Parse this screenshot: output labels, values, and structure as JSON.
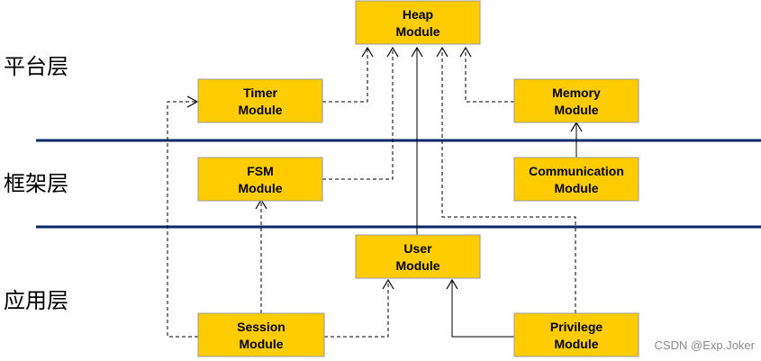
{
  "colors": {
    "module_fill": "#FFCC00",
    "divider": "#0B2A6B",
    "line": "#000000"
  },
  "layers": {
    "platform": "平台层",
    "framework": "框架层",
    "application": "应用层"
  },
  "modules": {
    "heap": {
      "line1": "Heap",
      "line2": "Module"
    },
    "timer": {
      "line1": "Timer",
      "line2": "Module"
    },
    "memory": {
      "line1": "Memory",
      "line2": "Module"
    },
    "fsm": {
      "line1": "FSM",
      "line2": "Module"
    },
    "communication": {
      "line1": "Communication",
      "line2": "Module"
    },
    "user": {
      "line1": "User",
      "line2": "Module"
    },
    "session": {
      "line1": "Session",
      "line2": "Module"
    },
    "privilege": {
      "line1": "Privilege",
      "line2": "Module"
    }
  },
  "watermark": "CSDN @Exp.Joker"
}
